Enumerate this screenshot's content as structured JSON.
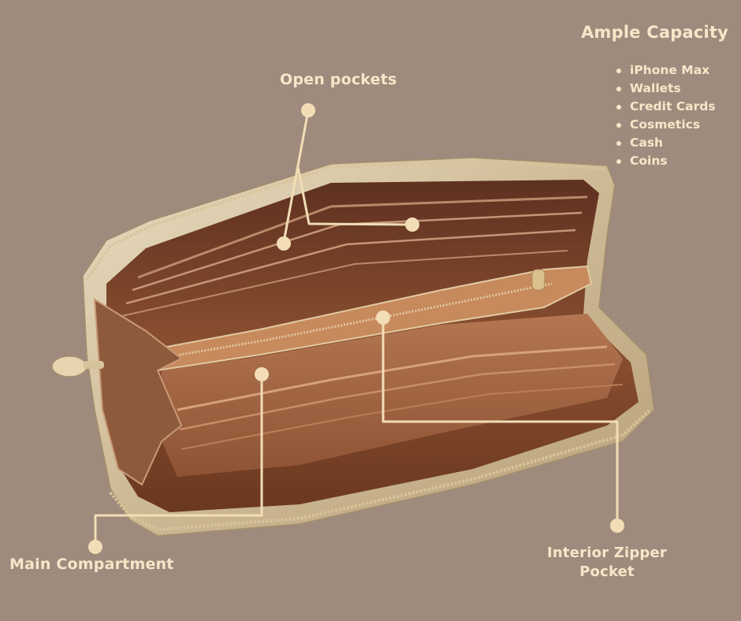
{
  "colors": {
    "background": "#9f8b7d",
    "label": "#f6e7c9",
    "callout": "#f2ddb6",
    "wallet_gold": "#d3c1a2",
    "wallet_interior": "#7e452b",
    "interior_light": "#a86a45",
    "zipper_tape": "#c78a5d",
    "zipper_teeth": "#e1caa1"
  },
  "capacity": {
    "title": "Ample Capacity",
    "items": [
      {
        "label": "iPhone Max"
      },
      {
        "label": "Wallets"
      },
      {
        "label": "Credit Cards"
      },
      {
        "label": "Cosmetics"
      },
      {
        "label": "Cash"
      },
      {
        "label": "Coins"
      }
    ]
  },
  "callouts": {
    "open_pockets": "Open pockets",
    "main_compartment": "Main Compartment",
    "interior_zipper": "Interior Zipper Pocket"
  },
  "product": {
    "depicts": "wallet-photo"
  }
}
